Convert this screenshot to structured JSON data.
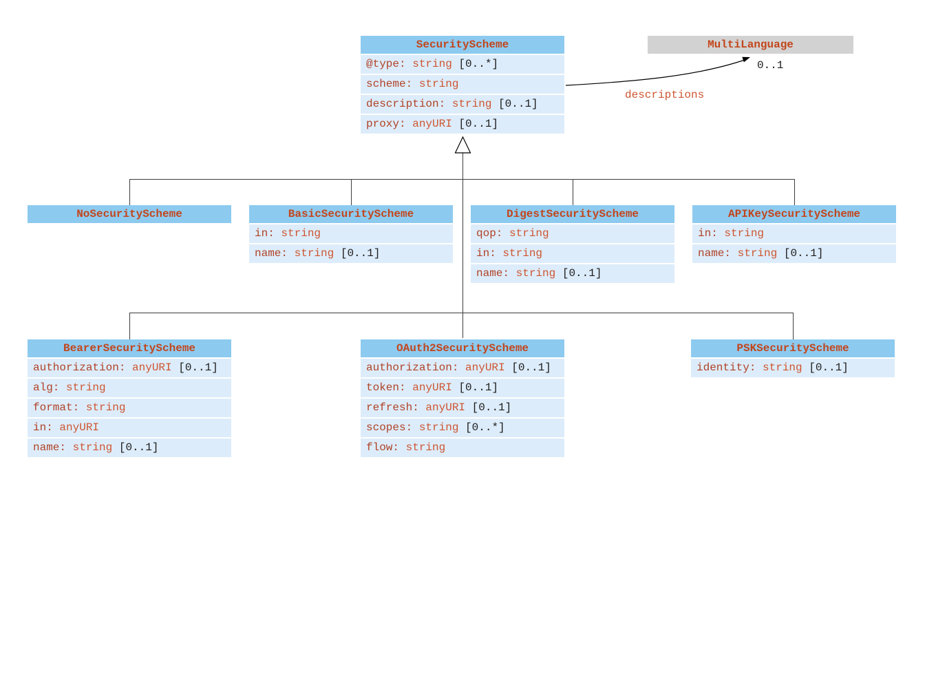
{
  "diagram": {
    "classes": [
      {
        "key": "security_scheme",
        "title": "SecurityScheme",
        "attributes": [
          {
            "name": "@type",
            "type": "string",
            "card": "[0..*]"
          },
          {
            "name": "scheme",
            "type": "string",
            "card": ""
          },
          {
            "name": "description",
            "type": "string",
            "card": "[0..1]"
          },
          {
            "name": "proxy",
            "type": "anyURI",
            "card": "[0..1]"
          }
        ]
      },
      {
        "key": "multi_language",
        "title": "MultiLanguage",
        "attributes": []
      },
      {
        "key": "no_security_scheme",
        "title": "NoSecurityScheme",
        "attributes": []
      },
      {
        "key": "basic_security_scheme",
        "title": "BasicSecurityScheme",
        "attributes": [
          {
            "name": "in",
            "type": "string",
            "card": ""
          },
          {
            "name": "name",
            "type": "string",
            "card": "[0..1]"
          }
        ]
      },
      {
        "key": "digest_security_scheme",
        "title": "DigestSecurityScheme",
        "attributes": [
          {
            "name": "qop",
            "type": "string",
            "card": ""
          },
          {
            "name": "in",
            "type": "string",
            "card": ""
          },
          {
            "name": "name",
            "type": "string",
            "card": "[0..1]"
          }
        ]
      },
      {
        "key": "apikey_security_scheme",
        "title": "APIKeySecurityScheme",
        "attributes": [
          {
            "name": "in",
            "type": "string",
            "card": ""
          },
          {
            "name": "name",
            "type": "string",
            "card": "[0..1]"
          }
        ]
      },
      {
        "key": "bearer_security_scheme",
        "title": "BearerSecurityScheme",
        "attributes": [
          {
            "name": "authorization",
            "type": "anyURI",
            "card": "[0..1]"
          },
          {
            "name": "alg",
            "type": "string",
            "card": ""
          },
          {
            "name": "format",
            "type": "string",
            "card": ""
          },
          {
            "name": "in",
            "type": "anyURI",
            "card": ""
          },
          {
            "name": "name",
            "type": "string",
            "card": "[0..1]"
          }
        ]
      },
      {
        "key": "oauth2_security_scheme",
        "title": "OAuth2SecurityScheme",
        "attributes": [
          {
            "name": "authorization",
            "type": "anyURI",
            "card": "[0..1]"
          },
          {
            "name": "token",
            "type": "anyURI",
            "card": "[0..1]"
          },
          {
            "name": "refresh",
            "type": "anyURI",
            "card": "[0..1]"
          },
          {
            "name": "scopes",
            "type": "string",
            "card": "[0..*]"
          },
          {
            "name": "flow",
            "type": "string",
            "card": ""
          }
        ]
      },
      {
        "key": "psk_security_scheme",
        "title": "PSKSecurityScheme",
        "attributes": [
          {
            "name": "identity",
            "type": "string",
            "card": "[0..1]"
          }
        ]
      }
    ],
    "inheritance": {
      "parent": "SecurityScheme",
      "children": [
        "NoSecurityScheme",
        "BasicSecurityScheme",
        "DigestSecurityScheme",
        "APIKeySecurityScheme",
        "BearerSecurityScheme",
        "OAuth2SecurityScheme",
        "PSKSecurityScheme"
      ]
    },
    "association": {
      "from": "SecurityScheme",
      "to": "MultiLanguage",
      "label": "descriptions",
      "multiplicity": "0..1"
    },
    "colors": {
      "class_header_bg": "#8dcaef",
      "external_header_bg": "#d2d2d2",
      "row_bg": "#ddecfa",
      "title_text": "#c2461c",
      "attr_name_text": "#b04227",
      "attr_type_text": "#cd5631",
      "cardinality_text": "#1c1c1c",
      "connector_line": "#3c3c3c",
      "background": "#ffffff"
    }
  }
}
